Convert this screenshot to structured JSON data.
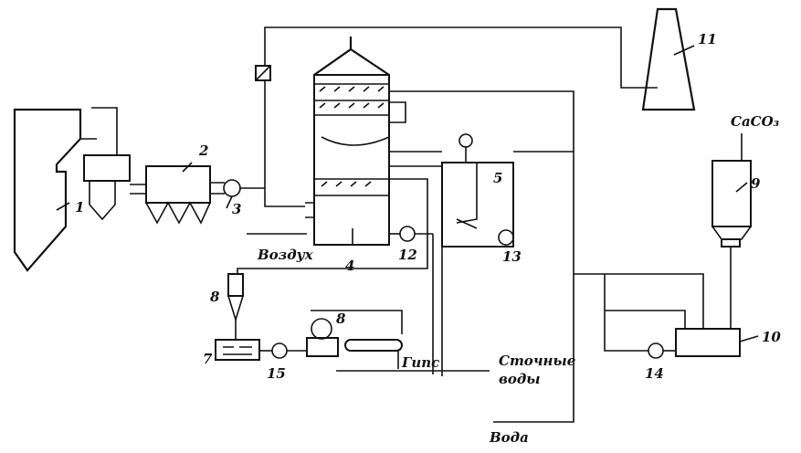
{
  "labels": {
    "air": "Воздух",
    "gypsum": "Гипс",
    "wastewater_line1": "Сточные",
    "wastewater_line2": "воды",
    "water": "Вода",
    "reagent": "CaCO₃"
  },
  "numbers": {
    "boiler": "1",
    "electrofilter": "2",
    "fan": "3",
    "absorber": "4",
    "oxidizer": "5",
    "hydrocyclone": "8",
    "thickener": "7",
    "filter": "8",
    "silo": "9",
    "mixer": "10",
    "stack": "11",
    "pump_absorber": "12",
    "pump_oxidizer": "13",
    "pump_thickener": "15",
    "pump_mixer": "14"
  }
}
